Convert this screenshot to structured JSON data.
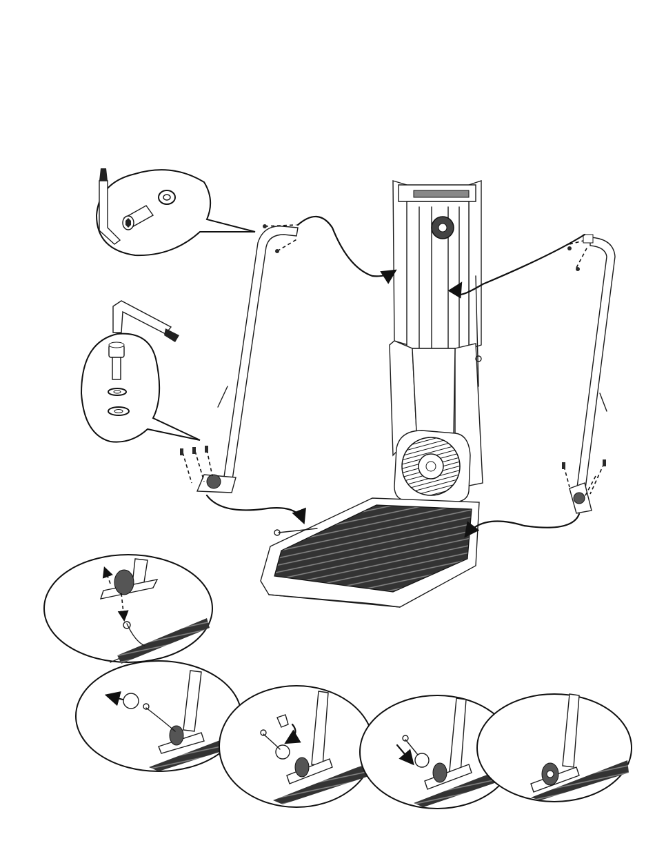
{
  "figure": {
    "kind": "assembly-instruction-illustration",
    "text_labels": [],
    "line_color": "#111111",
    "background_color": "#ffffff",
    "parts": [
      {
        "id": "hex-key-top",
        "icon": "hex-key-icon"
      },
      {
        "id": "bolt-top",
        "icon": "bolt-icon"
      },
      {
        "id": "washer-top",
        "icon": "washer-icon"
      },
      {
        "id": "hex-key-left",
        "icon": "hex-key-icon"
      },
      {
        "id": "bolt-left",
        "icon": "bolt-icon"
      },
      {
        "id": "washer-left",
        "icon": "washer-icon"
      }
    ],
    "detail_steps": [
      {
        "id": "step-1",
        "icon": "cable-pulley-detail"
      },
      {
        "id": "step-2",
        "icon": "ball-stop-removal-detail"
      },
      {
        "id": "step-3",
        "icon": "ball-stop-insert-detail"
      },
      {
        "id": "step-4",
        "icon": "ball-stop-seat-detail"
      },
      {
        "id": "step-5",
        "icon": "pulley-complete-detail"
      }
    ]
  }
}
